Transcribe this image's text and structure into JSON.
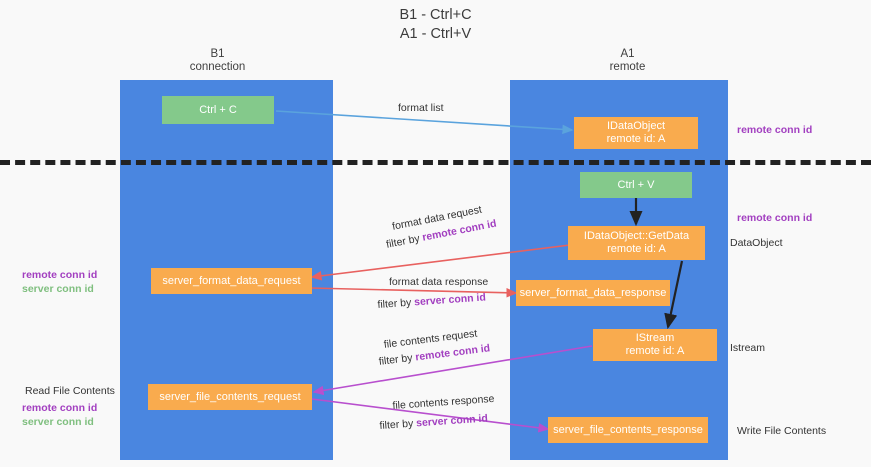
{
  "title": "B1 - Ctrl+C\nA1 - Ctrl+V",
  "columns": [
    {
      "name": "b1",
      "label": "B1\nconnection"
    },
    {
      "name": "a1",
      "label": "A1\nremote"
    }
  ],
  "nodes": {
    "ctrl_c": {
      "label": "Ctrl + C",
      "color": "#84c98b"
    },
    "idataobject": {
      "line1": "IDataObject",
      "line2": "remote id: A",
      "color": "#f9ab4e"
    },
    "ctrl_v": {
      "label": "Ctrl + V",
      "color": "#84c98b"
    },
    "getdata": {
      "line1": "IDataObject::GetData",
      "line2": "remote id: A",
      "color": "#f9ab4e"
    },
    "format_request": {
      "label": "server_format_data_request",
      "color": "#f9ab4e"
    },
    "format_response": {
      "label": "server_format_data_response",
      "color": "#f9ab4e"
    },
    "istream": {
      "line1": "IStream",
      "line2": "remote id: A",
      "color": "#f9ab4e"
    },
    "file_request": {
      "label": "server_file_contents_request",
      "color": "#f9ab4e"
    },
    "file_response": {
      "label": "server_file_contents_response",
      "color": "#f9ab4e"
    }
  },
  "edges": {
    "format_list": "format list",
    "format_data_request": "format data request",
    "format_data_request_filter_prefix": "filter by ",
    "format_data_request_filter_key": "remote conn id",
    "format_data_response": "format data response",
    "format_data_response_filter_prefix": "filter by ",
    "format_data_response_filter_key": "server conn id",
    "file_contents_request": "file contents request",
    "file_contents_request_filter_prefix": "filter by ",
    "file_contents_request_filter_key": "remote conn id",
    "file_contents_response": "file contents response",
    "file_contents_response_filter_prefix": "filter by ",
    "file_contents_response_filter_key": "server conn id"
  },
  "annotations": {
    "right_remote_conn_id_top": "remote conn id",
    "right_remote_conn_id_mid": "remote conn id",
    "right_dataobject": "DataObject",
    "right_istream": "Istream",
    "right_write_file_contents": "Write File Contents",
    "left_remote_conn_id": "remote conn id",
    "left_server_conn_id": "server conn id",
    "left_read_file_contents": "Read File Contents",
    "left_remote_conn_id_2": "remote conn id",
    "left_server_conn_id_2": "server conn id"
  },
  "colors": {
    "swimlane": "#4a86e0",
    "green_node": "#84c98b",
    "orange_node": "#f9ab4e",
    "remote_key": "#a23fc0",
    "server_key_green": "#7fbf7f",
    "arrow_blue": "#5aa3dd",
    "arrow_red": "#e8615f",
    "arrow_purple": "#b84fce",
    "arrow_black": "#222222",
    "dashed_divider": "#222222"
  }
}
